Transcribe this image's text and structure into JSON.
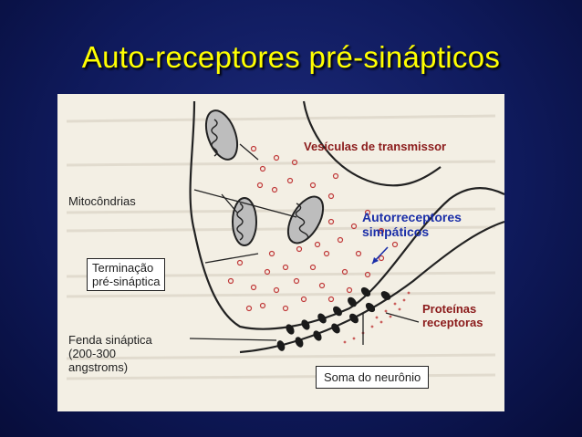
{
  "title": "Auto-receptores pré-sinápticos",
  "labels": {
    "vesiculas": "Vesículas de transmissor",
    "mitocondrias": "Mitocôndrias",
    "terminacao_l1": "Terminação",
    "terminacao_l2": "pré-sináptica",
    "autorreceptores_l1": "Autorreceptores",
    "autorreceptores_l2": "simpáticos",
    "proteinas_l1": "Proteínas",
    "proteinas_l2": "receptoras",
    "fenda_l1": "Fenda sináptica",
    "fenda_l2": "(200-300",
    "fenda_l3": "angstroms)",
    "soma": "Soma do neurônio"
  },
  "colors": {
    "title": "#ffff00",
    "background": "#0f1a5c",
    "annotation_blue": "#1a2ea8",
    "label_red": "#8b1b1b"
  }
}
